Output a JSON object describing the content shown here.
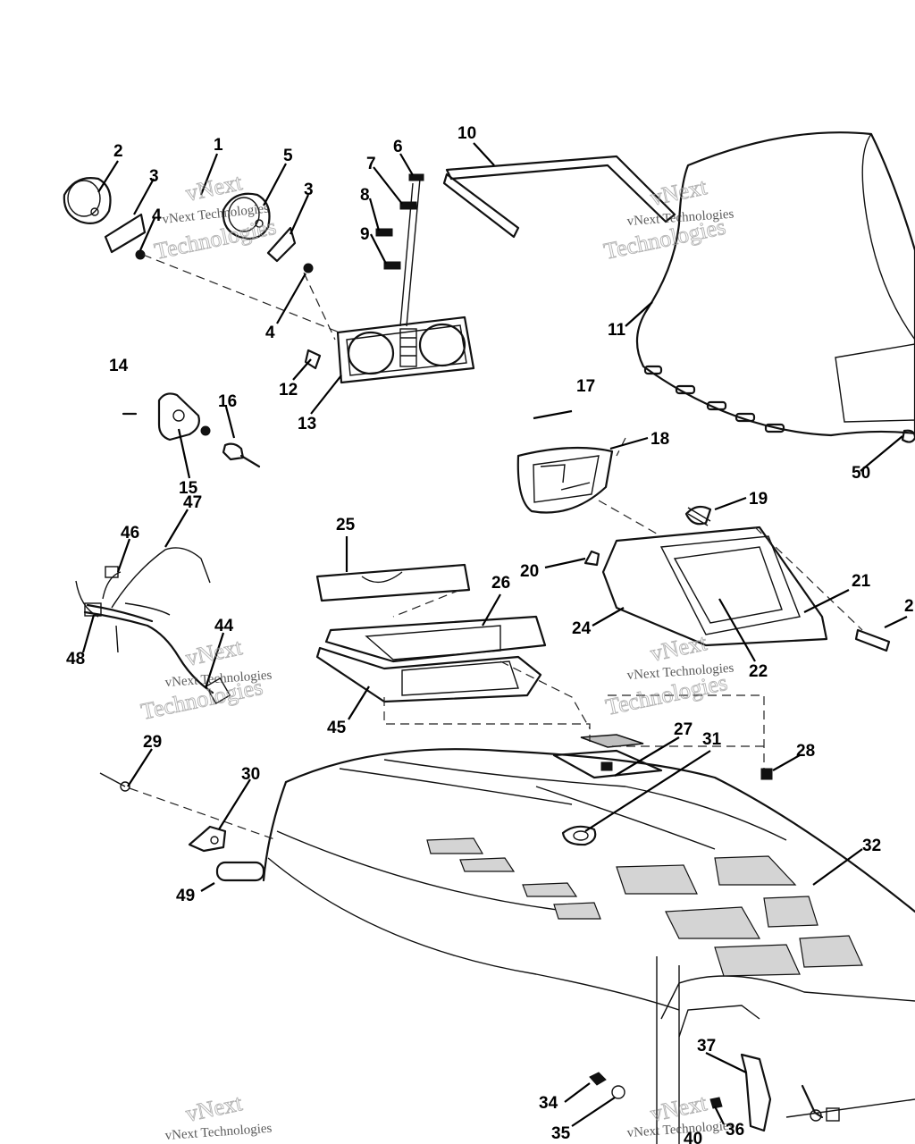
{
  "watermark": {
    "line1": "vNext",
    "line2": "vNext Technologies",
    "line3": "Technologies"
  },
  "callouts": [
    "1",
    "2",
    "3",
    "3",
    "4",
    "4",
    "5",
    "6",
    "7",
    "8",
    "9",
    "10",
    "11",
    "12",
    "13",
    "14",
    "15",
    "16",
    "17",
    "18",
    "19",
    "20",
    "21",
    "2",
    "22",
    "24",
    "25",
    "26",
    "27",
    "28",
    "29",
    "30",
    "31",
    "32",
    "34",
    "35",
    "36",
    "37",
    "40",
    "44",
    "45",
    "46",
    "47",
    "48",
    "49",
    "50"
  ]
}
